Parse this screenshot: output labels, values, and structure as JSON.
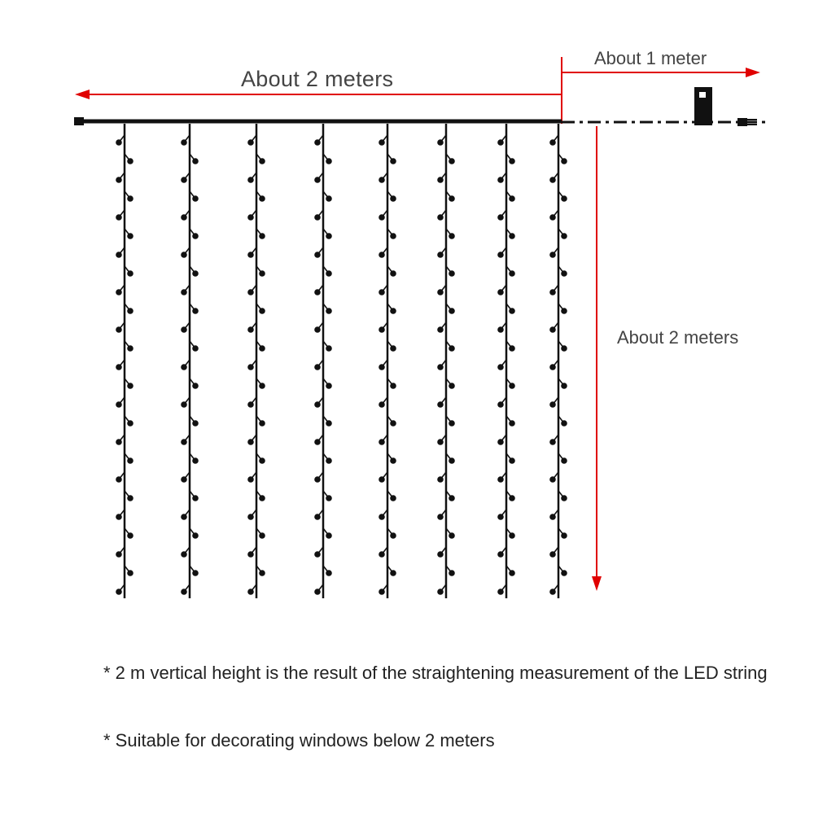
{
  "dimensions": {
    "width_label": "About 2 meters",
    "lead_label": "About 1 meter",
    "height_label": "About 2 meters"
  },
  "notes": [
    "* 2 m vertical height is the result of the straightening measurement of the LED string",
    "* Suitable for decorating windows below 2 meters"
  ],
  "colors": {
    "arrow": "#e00000",
    "wire": "#111111",
    "text": "#444444"
  },
  "icons": {
    "left_end": "end-cap-icon",
    "controller": "controller-box-icon",
    "plug": "power-plug-icon"
  }
}
